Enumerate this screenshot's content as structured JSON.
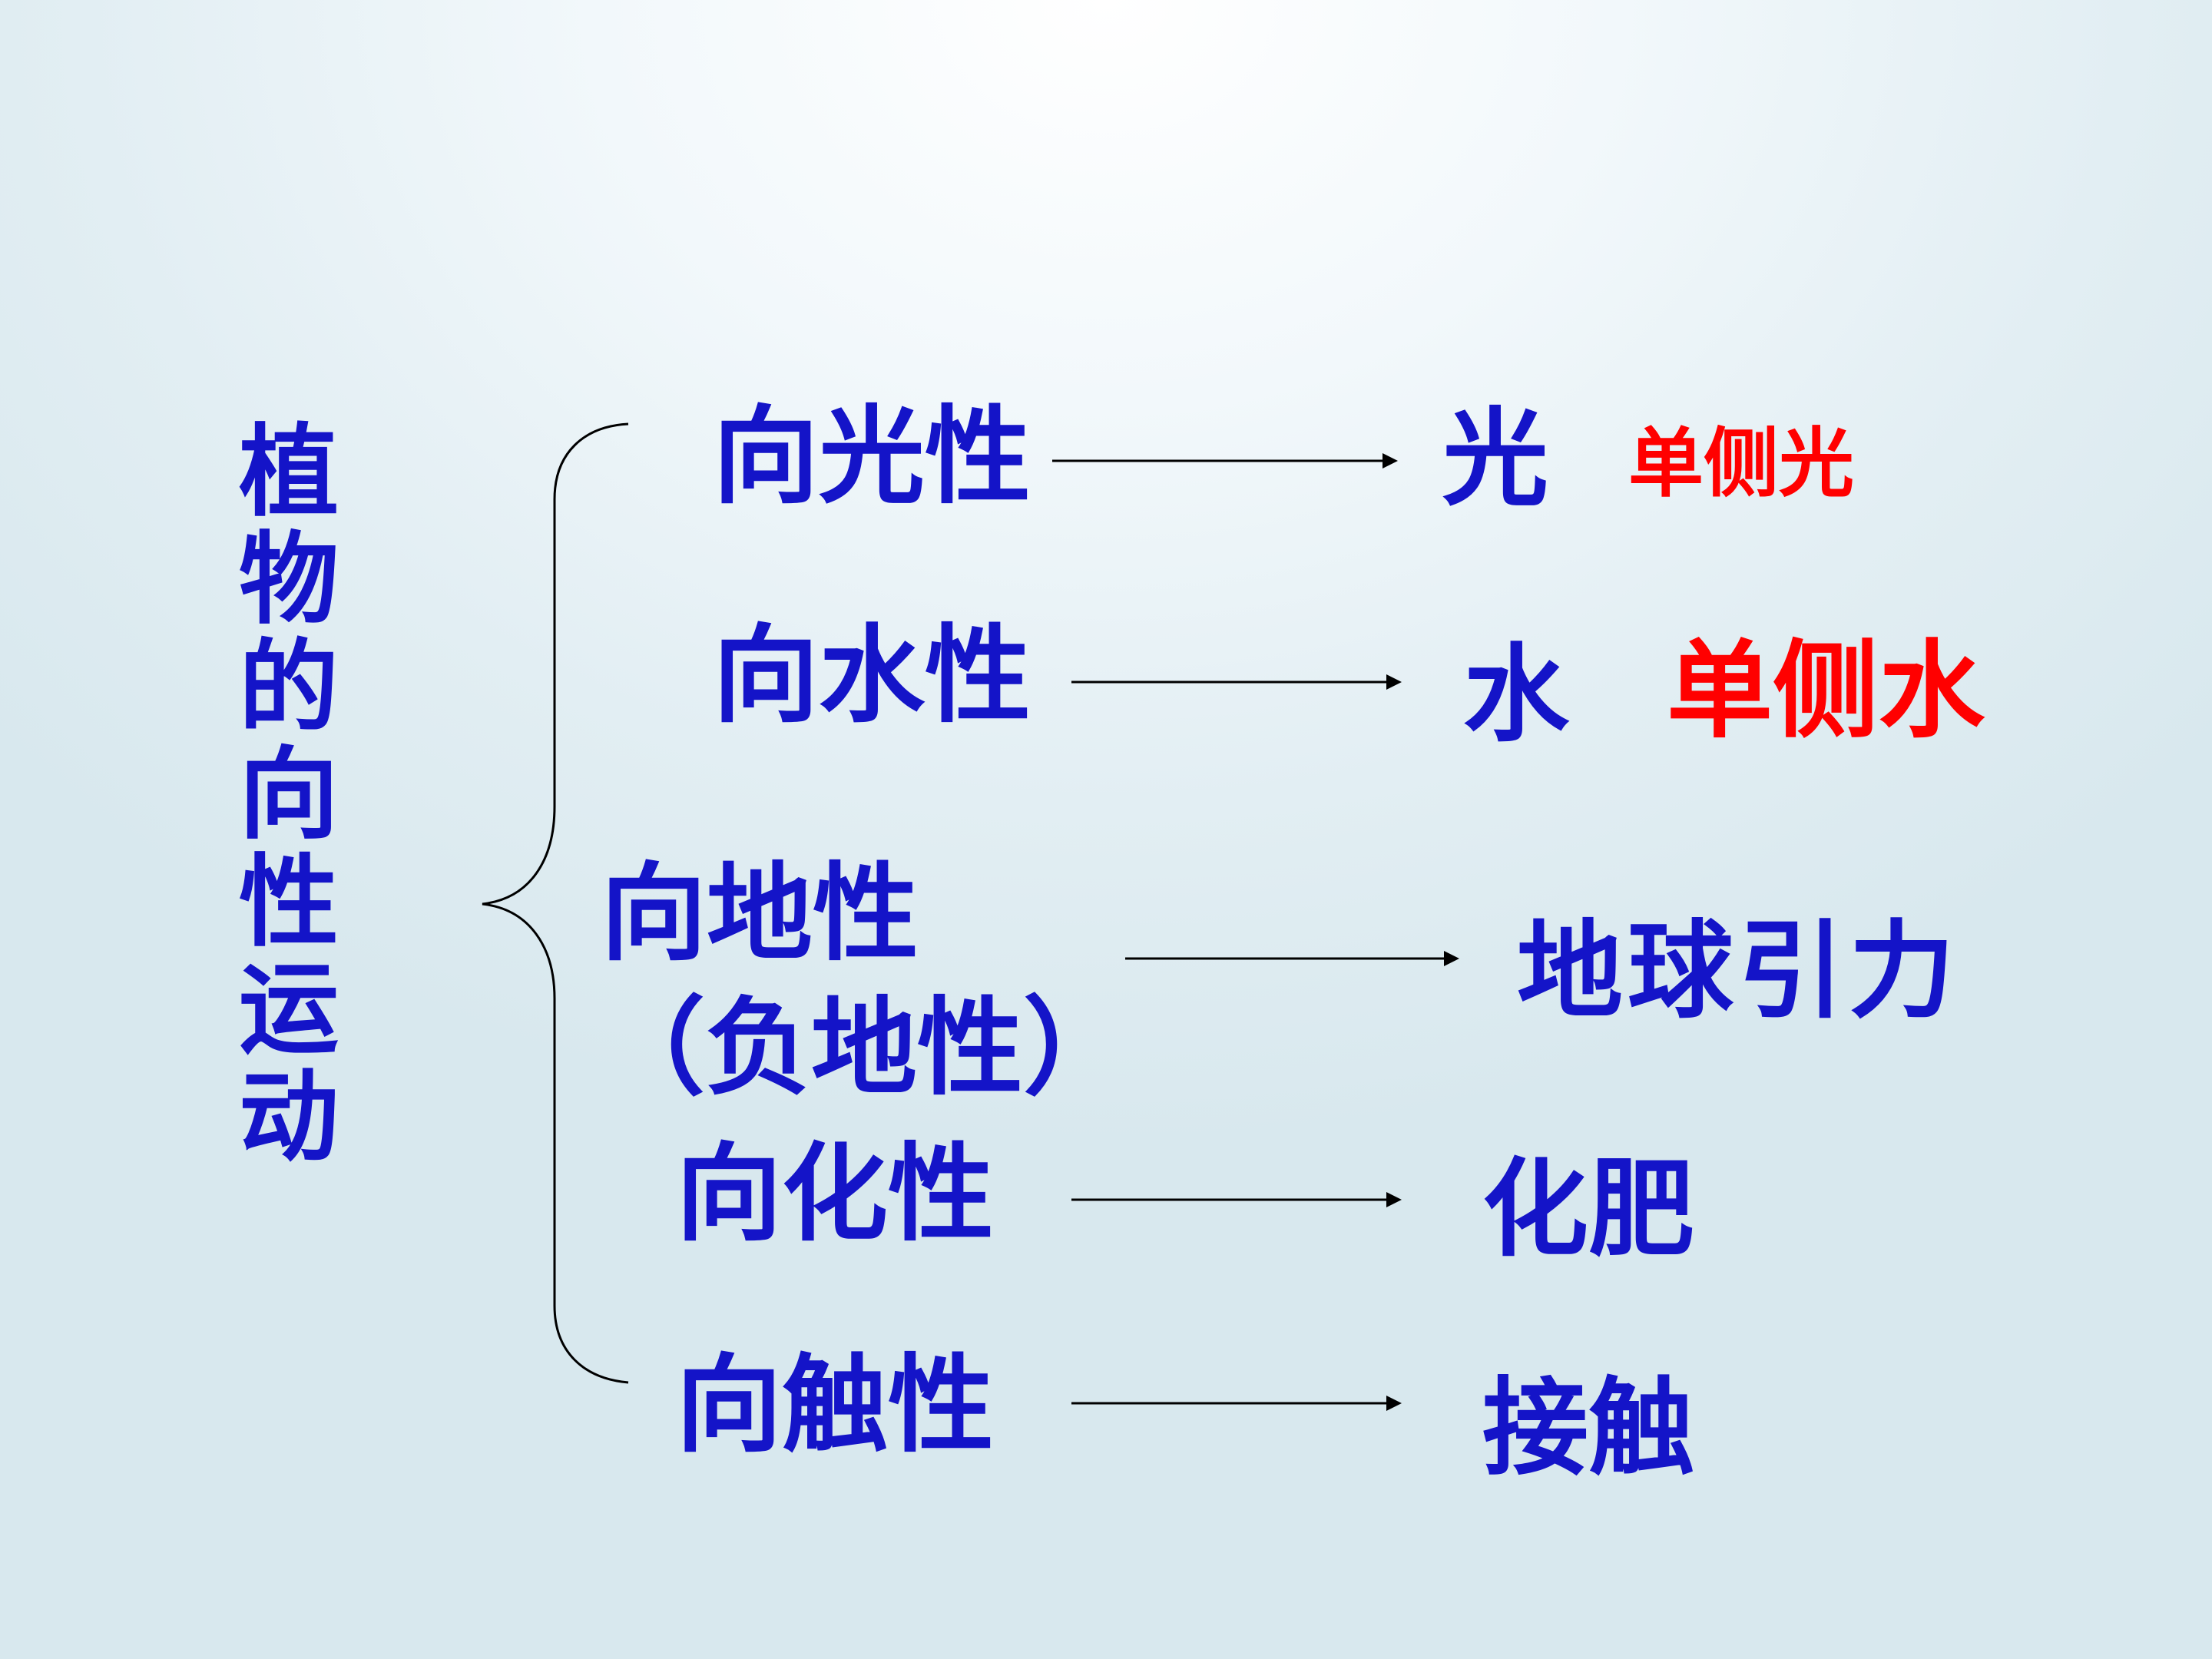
{
  "diagram": {
    "title": "植物的向性运动",
    "rows": [
      {
        "tropism": "向光性",
        "stimulus": "光",
        "note": "单侧光"
      },
      {
        "tropism": "向水性",
        "stimulus": "水",
        "note": "单侧水"
      },
      {
        "tropism": "向地性",
        "tropism_sub": "（负地性）",
        "stimulus": "地球引力"
      },
      {
        "tropism": "向化性",
        "stimulus": "化肥"
      },
      {
        "tropism": "向触性",
        "stimulus": "接触"
      }
    ],
    "colors": {
      "main_text": "#1414c8",
      "note_text": "#ff0000",
      "lines": "#000000"
    }
  }
}
